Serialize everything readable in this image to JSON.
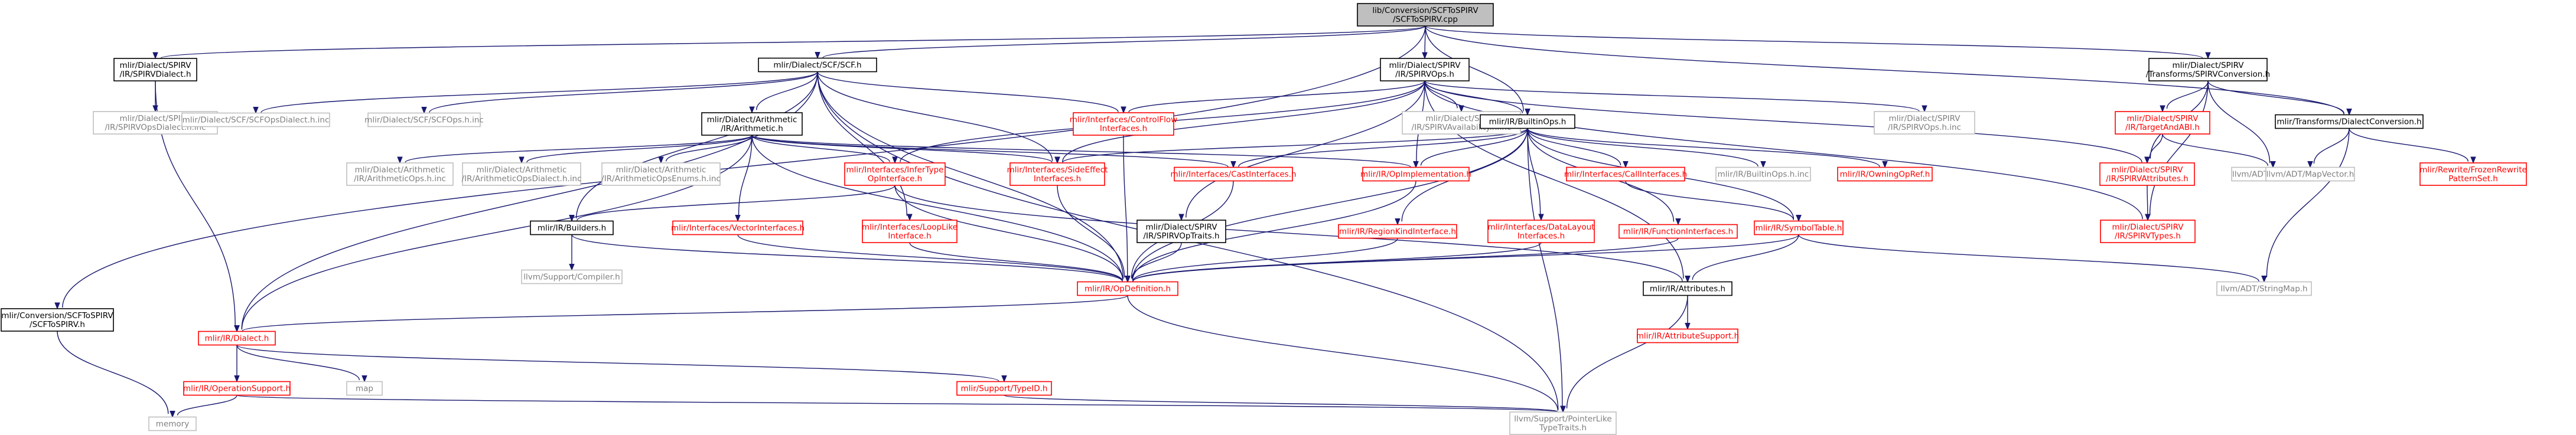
{
  "graph": {
    "kind": "include-dependency-graph",
    "colors": {
      "edge": "#191970",
      "root_fill": "#bfbfbf",
      "root_border": "#000000",
      "documented_border": "#000000",
      "external_border": "#bfbfbf",
      "external_text": "#7f7f7f",
      "missing_border": "#ff0000",
      "missing_text": "#ff0000",
      "text": "#000000"
    },
    "nodes": [
      {
        "id": "root",
        "style": "root",
        "lines": [
          "lib/Conversion/SCFToSPIRV",
          "/SCFToSPIRV.cpp"
        ]
      },
      {
        "id": "spirvdialect",
        "style": "doc",
        "lines": [
          "mlir/Dialect/SPIRV",
          "/IR/SPIRVDialect.h"
        ]
      },
      {
        "id": "scf",
        "style": "doc",
        "lines": [
          "mlir/Dialect/SCF/SCF.h"
        ]
      },
      {
        "id": "spirvops",
        "style": "doc",
        "lines": [
          "mlir/Dialect/SPIRV",
          "/IR/SPIRVOps.h"
        ]
      },
      {
        "id": "spirvconv",
        "style": "doc",
        "lines": [
          "mlir/Dialect/SPIRV",
          "/Transforms/SPIRVConversion.h"
        ]
      },
      {
        "id": "scftospirvh",
        "style": "doc",
        "lines": [
          "mlir/Conversion/SCFToSPIRV",
          "/SCFToSPIRV.h"
        ]
      },
      {
        "id": "spirvopsdialectinc",
        "style": "ext",
        "lines": [
          "mlir/Dialect/SPIRV",
          "/IR/SPIRVOpsDialect.h.inc"
        ]
      },
      {
        "id": "scfopsdialectinc",
        "style": "ext",
        "lines": [
          "mlir/Dialect/SCF/SCFOpsDialect.h.inc"
        ]
      },
      {
        "id": "scfopshinc",
        "style": "ext",
        "lines": [
          "mlir/Dialect/SCF/SCFOps.h.inc"
        ]
      },
      {
        "id": "arith",
        "style": "doc",
        "lines": [
          "mlir/Dialect/Arithmetic",
          "/IR/Arithmetic.h"
        ]
      },
      {
        "id": "controlflow",
        "style": "miss",
        "lines": [
          "mlir/Interfaces/ControlFlow",
          "Interfaces.h"
        ]
      },
      {
        "id": "spirvavail",
        "style": "ext",
        "lines": [
          "mlir/Dialect/SPIRV",
          "/IR/SPIRVAvailability.h.inc"
        ]
      },
      {
        "id": "builtinops",
        "style": "doc",
        "lines": [
          "mlir/IR/BuiltinOps.h"
        ]
      },
      {
        "id": "spirvopshinc",
        "style": "ext",
        "lines": [
          "mlir/Dialect/SPIRV",
          "/IR/SPIRVOps.h.inc"
        ]
      },
      {
        "id": "targetandabi",
        "style": "miss",
        "lines": [
          "mlir/Dialect/SPIRV",
          "/IR/TargetAndABI.h"
        ]
      },
      {
        "id": "dialectconv",
        "style": "doc",
        "lines": [
          "mlir/Transforms/DialectConversion.h"
        ]
      },
      {
        "id": "arithops",
        "style": "ext",
        "lines": [
          "mlir/Dialect/Arithmetic",
          "/IR/ArithmeticOps.h.inc"
        ]
      },
      {
        "id": "arithopsdialect",
        "style": "ext",
        "lines": [
          "mlir/Dialect/Arithmetic",
          "/IR/ArithmeticOpsDialect.h.inc"
        ]
      },
      {
        "id": "arithenums",
        "style": "ext",
        "lines": [
          "mlir/Dialect/Arithmetic",
          "/IR/ArithmeticOpsEnums.h.inc"
        ]
      },
      {
        "id": "infertype",
        "style": "miss",
        "lines": [
          "mlir/Interfaces/InferType",
          "OpInterface.h"
        ]
      },
      {
        "id": "sideeffect",
        "style": "miss",
        "lines": [
          "mlir/Interfaces/SideEffect",
          "Interfaces.h"
        ]
      },
      {
        "id": "cast",
        "style": "miss",
        "lines": [
          "mlir/Interfaces/CastInterfaces.h"
        ]
      },
      {
        "id": "opimpl",
        "style": "miss",
        "lines": [
          "mlir/IR/OpImplementation.h"
        ]
      },
      {
        "id": "callif",
        "style": "miss",
        "lines": [
          "mlir/Interfaces/CallInterfaces.h"
        ]
      },
      {
        "id": "builtinopsinc",
        "style": "ext",
        "lines": [
          "mlir/IR/BuiltinOps.h.inc"
        ]
      },
      {
        "id": "owningopref",
        "style": "miss",
        "lines": [
          "mlir/IR/OwningOpRef.h"
        ]
      },
      {
        "id": "spirvattrs",
        "style": "miss",
        "lines": [
          "mlir/Dialect/SPIRV",
          "/IR/SPIRVAttributes.h"
        ]
      },
      {
        "id": "smallset",
        "style": "ext",
        "lines": [
          "llvm/ADT/SmallSet.h"
        ]
      },
      {
        "id": "mapvector",
        "style": "ext",
        "lines": [
          "llvm/ADT/MapVector.h"
        ]
      },
      {
        "id": "frozenrewrite",
        "style": "miss",
        "lines": [
          "mlir/Rewrite/FrozenRewrite",
          "PatternSet.h"
        ]
      },
      {
        "id": "builders",
        "style": "doc",
        "lines": [
          "mlir/IR/Builders.h"
        ]
      },
      {
        "id": "vectorif",
        "style": "miss",
        "lines": [
          "mlir/Interfaces/VectorInterfaces.h"
        ]
      },
      {
        "id": "looplike",
        "style": "miss",
        "lines": [
          "mlir/Interfaces/LoopLike",
          "Interface.h"
        ]
      },
      {
        "id": "spirvoptraits",
        "style": "doc",
        "lines": [
          "mlir/Dialect/SPIRV",
          "/IR/SPIRVOpTraits.h"
        ]
      },
      {
        "id": "regionkind",
        "style": "miss",
        "lines": [
          "mlir/IR/RegionKindInterface.h"
        ]
      },
      {
        "id": "datalayout",
        "style": "miss",
        "lines": [
          "mlir/Interfaces/DataLayout",
          "Interfaces.h"
        ]
      },
      {
        "id": "functionif",
        "style": "miss",
        "lines": [
          "mlir/IR/FunctionInterfaces.h"
        ]
      },
      {
        "id": "symboltable",
        "style": "miss",
        "lines": [
          "mlir/IR/SymbolTable.h"
        ]
      },
      {
        "id": "spirvtypes",
        "style": "miss",
        "lines": [
          "mlir/Dialect/SPIRV",
          "/IR/SPIRVTypes.h"
        ]
      },
      {
        "id": "compiler",
        "style": "ext",
        "lines": [
          "llvm/Support/Compiler.h"
        ]
      },
      {
        "id": "opdef",
        "style": "miss",
        "lines": [
          "mlir/IR/OpDefinition.h"
        ]
      },
      {
        "id": "attributes",
        "style": "doc",
        "lines": [
          "mlir/IR/Attributes.h"
        ]
      },
      {
        "id": "stringmap",
        "style": "ext",
        "lines": [
          "llvm/ADT/StringMap.h"
        ]
      },
      {
        "id": "attrsupport",
        "style": "miss",
        "lines": [
          "mlir/IR/AttributeSupport.h"
        ]
      },
      {
        "id": "irdialect",
        "style": "miss",
        "lines": [
          "mlir/IR/Dialect.h"
        ]
      },
      {
        "id": "opsupport",
        "style": "miss",
        "lines": [
          "mlir/IR/OperationSupport.h"
        ]
      },
      {
        "id": "map",
        "style": "ext",
        "lines": [
          "map"
        ]
      },
      {
        "id": "typeid",
        "style": "miss",
        "lines": [
          "mlir/Support/TypeID.h"
        ]
      },
      {
        "id": "memory",
        "style": "ext",
        "lines": [
          "memory"
        ]
      },
      {
        "id": "pointerlike",
        "style": "ext",
        "lines": [
          "llvm/Support/PointerLike",
          "TypeTraits.h"
        ]
      }
    ],
    "edges": [
      [
        "root",
        "spirvdialect"
      ],
      [
        "root",
        "scf"
      ],
      [
        "root",
        "spirvops"
      ],
      [
        "root",
        "spirvconv"
      ],
      [
        "root",
        "scftospirvh"
      ],
      [
        "root",
        "builtinops"
      ],
      [
        "root",
        "dialectconv"
      ],
      [
        "spirvdialect",
        "spirvopsdialectinc"
      ],
      [
        "spirvdialect",
        "irdialect"
      ],
      [
        "scf",
        "scfopsdialectinc"
      ],
      [
        "scf",
        "scfopshinc"
      ],
      [
        "scf",
        "arith"
      ],
      [
        "scf",
        "controlflow"
      ],
      [
        "scf",
        "sideeffect"
      ],
      [
        "scf",
        "looplike"
      ],
      [
        "scf",
        "builders"
      ],
      [
        "scf",
        "irdialect"
      ],
      [
        "scf",
        "opdef"
      ],
      [
        "scf",
        "pointerlike"
      ],
      [
        "spirvops",
        "controlflow"
      ],
      [
        "spirvops",
        "spirvavail"
      ],
      [
        "spirvops",
        "builtinops"
      ],
      [
        "spirvops",
        "spirvopshinc"
      ],
      [
        "spirvops",
        "spirvattrs"
      ],
      [
        "spirvops",
        "spirvtypes"
      ],
      [
        "spirvops",
        "sideeffect"
      ],
      [
        "spirvops",
        "infertype"
      ],
      [
        "spirvops",
        "opimpl"
      ],
      [
        "spirvops",
        "spirvoptraits"
      ],
      [
        "spirvops",
        "attributes"
      ],
      [
        "spirvconv",
        "targetandabi"
      ],
      [
        "spirvconv",
        "dialectconv"
      ],
      [
        "spirvconv",
        "spirvattrs"
      ],
      [
        "spirvconv",
        "smallset"
      ],
      [
        "spirvconv",
        "spirvtypes"
      ],
      [
        "scftospirvh",
        "memory"
      ],
      [
        "arith",
        "arithops"
      ],
      [
        "arith",
        "arithopsdialect"
      ],
      [
        "arith",
        "arithenums"
      ],
      [
        "arith",
        "infertype"
      ],
      [
        "arith",
        "sideeffect"
      ],
      [
        "arith",
        "cast"
      ],
      [
        "arith",
        "opimpl"
      ],
      [
        "arith",
        "vectorif"
      ],
      [
        "arith",
        "irdialect"
      ],
      [
        "arith",
        "opdef"
      ],
      [
        "controlflow",
        "opdef"
      ],
      [
        "builtinops",
        "opdef"
      ],
      [
        "builtinops",
        "sideeffect"
      ],
      [
        "builtinops",
        "cast"
      ],
      [
        "builtinops",
        "opimpl"
      ],
      [
        "builtinops",
        "callif"
      ],
      [
        "builtinops",
        "builtinopsinc"
      ],
      [
        "builtinops",
        "owningopref"
      ],
      [
        "builtinops",
        "regionkind"
      ],
      [
        "builtinops",
        "datalayout"
      ],
      [
        "builtinops",
        "functionif"
      ],
      [
        "builtinops",
        "symboltable"
      ],
      [
        "builtinops",
        "pointerlike"
      ],
      [
        "targetandabi",
        "spirvattrs"
      ],
      [
        "targetandabi",
        "smallset"
      ],
      [
        "dialectconv",
        "mapvector"
      ],
      [
        "dialectconv",
        "frozenrewrite"
      ],
      [
        "dialectconv",
        "stringmap"
      ],
      [
        "infertype",
        "builders"
      ],
      [
        "infertype",
        "opdef"
      ],
      [
        "infertype",
        "attributes"
      ],
      [
        "sideeffect",
        "opdef"
      ],
      [
        "cast",
        "opdef"
      ],
      [
        "opimpl",
        "opdef"
      ],
      [
        "callif",
        "symboltable"
      ],
      [
        "spirvattrs",
        "spirvtypes"
      ],
      [
        "builders",
        "compiler"
      ],
      [
        "builders",
        "opdef"
      ],
      [
        "vectorif",
        "opdef"
      ],
      [
        "looplike",
        "opdef"
      ],
      [
        "spirvoptraits",
        "opdef"
      ],
      [
        "regionkind",
        "opdef"
      ],
      [
        "datalayout",
        "opdef"
      ],
      [
        "functionif",
        "opdef"
      ],
      [
        "symboltable",
        "opdef"
      ],
      [
        "symboltable",
        "attributes"
      ],
      [
        "symboltable",
        "stringmap"
      ],
      [
        "opdef",
        "irdialect"
      ],
      [
        "opdef",
        "pointerlike"
      ],
      [
        "attributes",
        "attrsupport"
      ],
      [
        "attributes",
        "pointerlike"
      ],
      [
        "irdialect",
        "opsupport"
      ],
      [
        "irdialect",
        "map"
      ],
      [
        "irdialect",
        "typeid"
      ],
      [
        "opsupport",
        "memory"
      ],
      [
        "opsupport",
        "pointerlike"
      ],
      [
        "typeid",
        "pointerlike"
      ]
    ]
  }
}
